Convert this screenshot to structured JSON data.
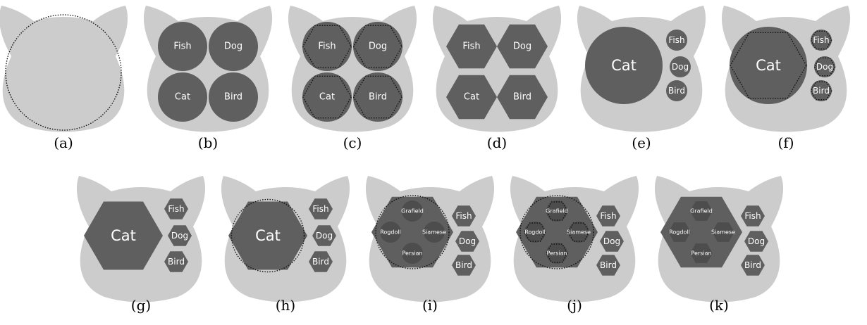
{
  "colors": {
    "background": "#ffffff",
    "cat_head": "#cccccc",
    "shape_fill": "#5f5f5f",
    "inner_shape_fill": "#4d4d4d",
    "label": "#ffffff",
    "dotted_outline": "#111111"
  },
  "labels": {
    "fish": "Fish",
    "dog": "Dog",
    "cat": "Cat",
    "bird": "Bird",
    "grafield": "Grafield",
    "rogdoll": "Rogdoll",
    "siamese": "Siamese",
    "persian": "Persian"
  },
  "panels": [
    {
      "id": "a",
      "caption": "(a)",
      "variant": "empty"
    },
    {
      "id": "b",
      "caption": "(b)",
      "variant": "grid",
      "shape": "circle",
      "dotted": false
    },
    {
      "id": "c",
      "caption": "(c)",
      "variant": "grid",
      "shape": "circle",
      "dotted": true
    },
    {
      "id": "d",
      "caption": "(d)",
      "variant": "grid",
      "shape": "hexagon",
      "dotted": false
    },
    {
      "id": "e",
      "caption": "(e)",
      "variant": "cat",
      "shape": "circle",
      "dotted": false
    },
    {
      "id": "f",
      "caption": "(f)",
      "variant": "cat",
      "shape": "circle",
      "dotted": true
    },
    {
      "id": "g",
      "caption": "(g)",
      "variant": "cat",
      "shape": "hexagon",
      "dotted": false
    },
    {
      "id": "h",
      "caption": "(h)",
      "variant": "cat",
      "shape": "hexagon",
      "dotted": true
    },
    {
      "id": "i",
      "caption": "(i)",
      "variant": "breeds",
      "shape": "mixed-circle"
    },
    {
      "id": "j",
      "caption": "(j)",
      "variant": "breeds",
      "shape": "mixed-hex"
    },
    {
      "id": "k",
      "caption": "(k)",
      "variant": "breeds",
      "shape": "hexagon"
    }
  ]
}
